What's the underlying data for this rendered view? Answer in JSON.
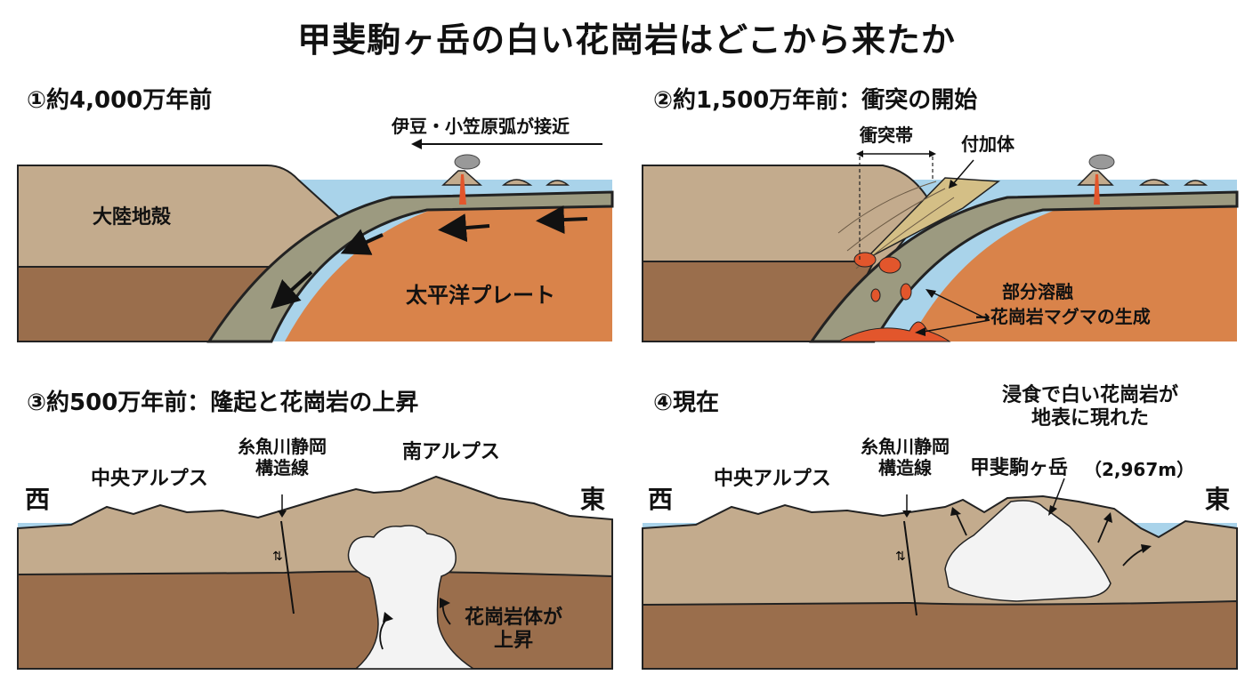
{
  "title": "甲斐駒ヶ岳の白い花崗岩はどこから来たか",
  "panels": [
    {
      "title": "①約4,000万年前",
      "labels": {
        "continent": "大陸地殻",
        "plate": "太平洋プレート",
        "arc": "伊豆・小笠原弧が接近"
      }
    },
    {
      "title": "②約1,500万年前：衝突の開始",
      "labels": {
        "collision_zone": "衝突帯",
        "accretion": "付加体",
        "melting_line1": "部分溶融",
        "melting_line2": "→花崗岩マグマの生成"
      }
    },
    {
      "title": "③約500万年前：隆起と花崗岩の上昇",
      "labels": {
        "west": "西",
        "east": "東",
        "central_alps": "中央アルプス",
        "southern_alps": "南アルプス",
        "fault_line1": "糸魚川静岡",
        "fault_line2": "構造線",
        "rising_line1": "花崗岩体が",
        "rising_line2": "上昇"
      }
    },
    {
      "title": "④現在",
      "labels": {
        "west": "西",
        "east": "東",
        "central_alps": "中央アルプス",
        "fault_line1": "糸魚川静岡",
        "fault_line2": "構造線",
        "erosion_line1": "浸食で白い花崗岩が",
        "erosion_line2": "地表に現れた",
        "peak": "甲斐駒ヶ岳",
        "elevation": "（2,967m）"
      }
    }
  ],
  "colors": {
    "sky_water": "#a9d3ea",
    "upper_crust": "#c3ab8d",
    "lower_crust": "#9a6e4c",
    "slab": "#9c9a80",
    "mantle": "#d9834a",
    "magma": "#e2562c",
    "granite": "#f3f3f3",
    "accretion": "#d4bf86"
  }
}
